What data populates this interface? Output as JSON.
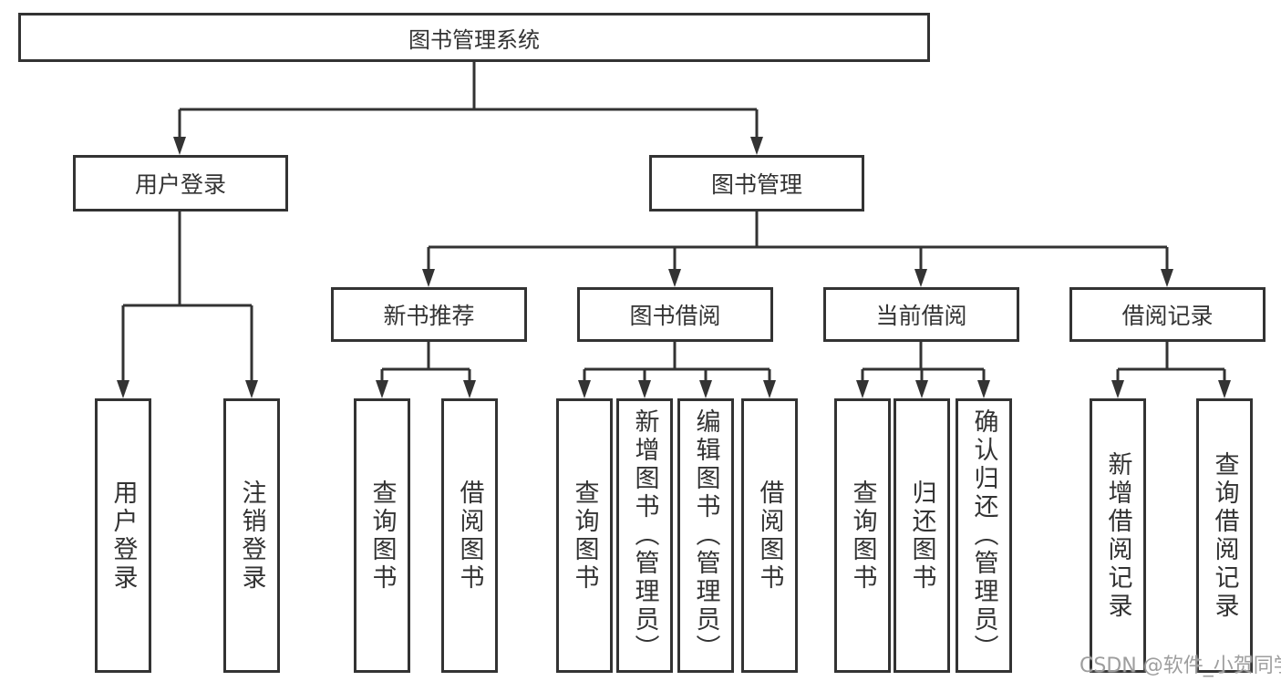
{
  "diagram": {
    "type": "hierarchy-tree",
    "line_color": "#333333",
    "text_color": "#333333",
    "background": "#ffffff",
    "structure": {
      "label": "图书管理系统",
      "children": [
        {
          "label": "用户登录",
          "children": [
            {
              "label": "用户登录"
            },
            {
              "label": "注销登录"
            }
          ]
        },
        {
          "label": "图书管理",
          "children": [
            {
              "label": "新书推荐",
              "children": [
                {
                  "label": "查询图书"
                },
                {
                  "label": "借阅图书"
                }
              ]
            },
            {
              "label": "图书借阅",
              "children": [
                {
                  "label": "查询图书"
                },
                {
                  "label": "新增图书（管理员）"
                },
                {
                  "label": "编辑图书（管理员）"
                },
                {
                  "label": "借阅图书"
                }
              ]
            },
            {
              "label": "当前借阅",
              "children": [
                {
                  "label": "查询图书"
                },
                {
                  "label": "归还图书"
                },
                {
                  "label": "确认归还（管理员）"
                }
              ]
            },
            {
              "label": "借阅记录",
              "children": [
                {
                  "label": "新增借阅记录"
                },
                {
                  "label": "查询借阅记录"
                }
              ]
            }
          ]
        }
      ]
    }
  },
  "watermark": "CSDN @软件_小贺同学"
}
